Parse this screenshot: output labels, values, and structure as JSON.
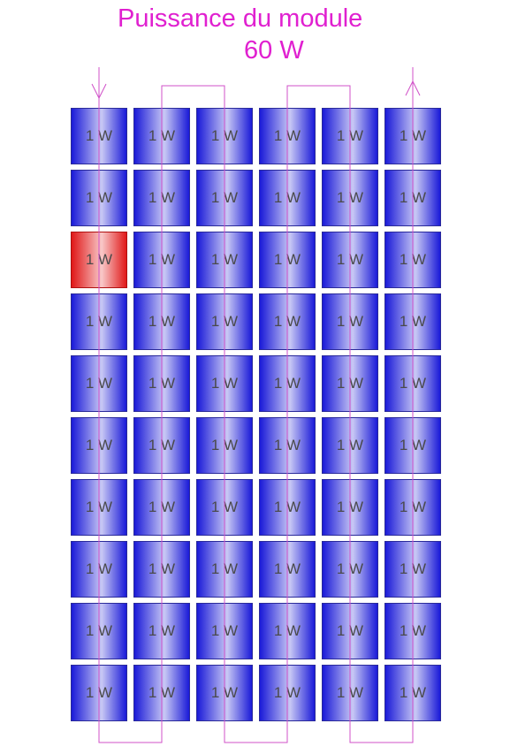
{
  "title": {
    "line1": "Puissance du module",
    "line2": "60 W"
  },
  "colors": {
    "text_accent": "#e020d0",
    "wire": "#d050c8",
    "cell_normal_edge": "#1a1ad8",
    "cell_normal_center": "#c8c8f4",
    "cell_shaded_edge": "#e01818",
    "cell_shaded_center": "#f8c8c8"
  },
  "cell_label": "1 W",
  "rows": 10,
  "cols": 6,
  "shaded_cells": [
    {
      "row": 3,
      "col": 1
    }
  ],
  "arrows": [
    {
      "col": 1,
      "direction": "down"
    },
    {
      "col": 6,
      "direction": "up"
    }
  ]
}
